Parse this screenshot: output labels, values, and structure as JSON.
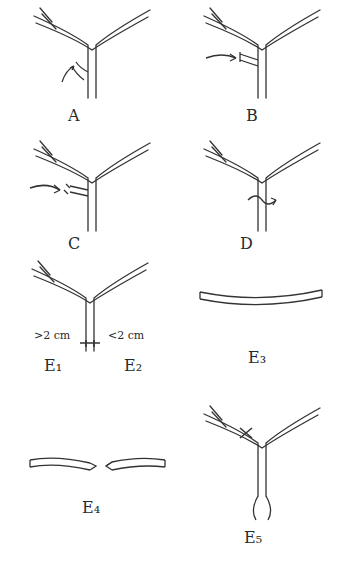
{
  "diagram": {
    "labels": [
      "A",
      "B",
      "C",
      "D",
      ">2 cm",
      "<2 cm",
      "E₁",
      "E₂",
      "E₃",
      "E₄",
      "E₅"
    ]
  }
}
